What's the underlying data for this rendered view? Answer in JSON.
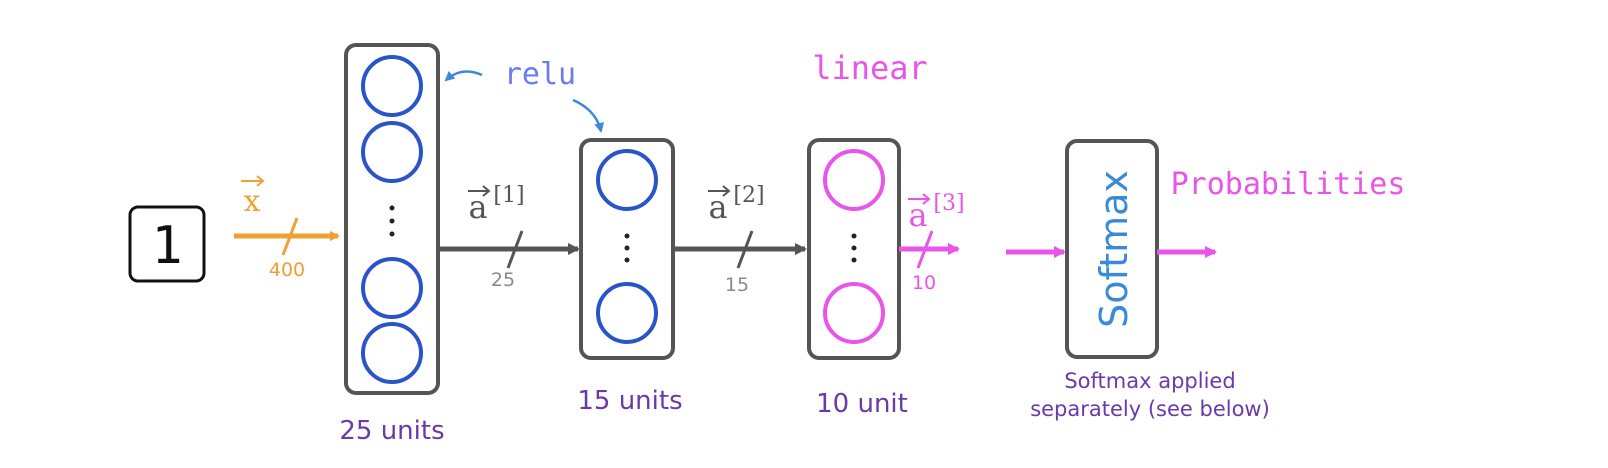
{
  "input": {
    "digit": "1",
    "vector_label": "x",
    "dimension": "400"
  },
  "annotations": {
    "relu": "relu",
    "linear": "linear",
    "probabilities": "Probabilities"
  },
  "layers": [
    {
      "label": "25 units"
    },
    {
      "label": "15 units"
    },
    {
      "label": "10 unit"
    }
  ],
  "activations": [
    {
      "symbol": "a",
      "superscript": "[1]",
      "dimension": "25"
    },
    {
      "symbol": "a",
      "superscript": "[2]",
      "dimension": "15"
    },
    {
      "symbol": "a",
      "superscript": "[3]",
      "dimension": "10"
    }
  ],
  "softmax": {
    "box_label": "Softmax",
    "caption_line1": "Softmax applied",
    "caption_line2": "separately (see below)"
  },
  "colors": {
    "orange": "#f0a030",
    "gray": "#555555",
    "light_gray": "#8a8a8a",
    "blue": "#2a55c8",
    "relu_blue": "#6a7cf0",
    "magenta": "#e855e8",
    "purple": "#6a3aa8",
    "softmax_blue": "#3a8ad8"
  }
}
